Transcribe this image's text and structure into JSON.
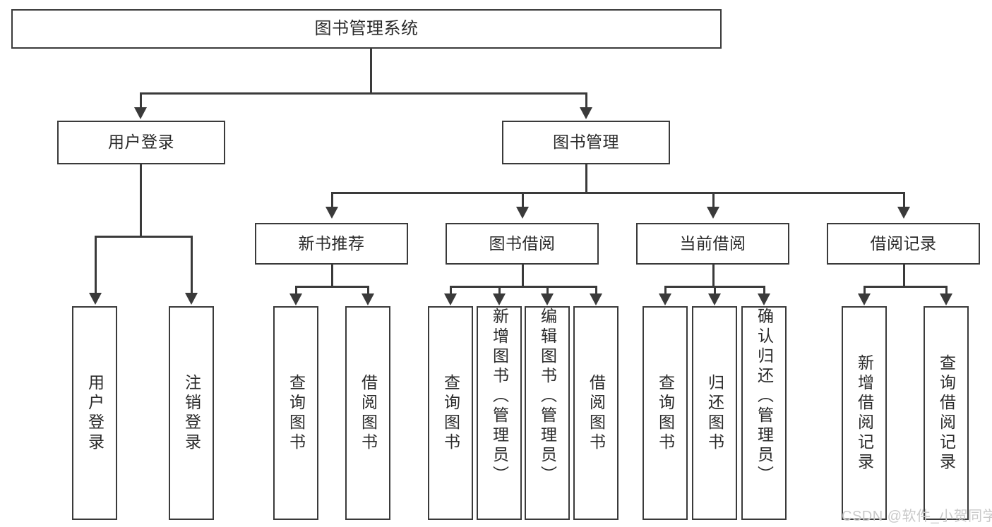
{
  "diagram": {
    "type": "tree-hierarchy",
    "title": "图书管理系统",
    "watermark": "CSDN @软件_小贺同学",
    "colors": {
      "stroke": "#3a3a3a",
      "fill": "#ffffff",
      "text": "#2b2b2b",
      "watermark": "#c9c9c9"
    },
    "nodes": {
      "root": {
        "label": "图书管理系统"
      },
      "level1": [
        {
          "label": "用户登录"
        },
        {
          "label": "图书管理"
        }
      ],
      "level2": [
        {
          "label": "新书推荐"
        },
        {
          "label": "图书借阅"
        },
        {
          "label": "当前借阅"
        },
        {
          "label": "借阅记录"
        }
      ],
      "leaves": {
        "user_login": [
          {
            "label": "用户登录"
          },
          {
            "label": "注销登录"
          }
        ],
        "new_book_recommend": [
          {
            "label": "查询图书"
          },
          {
            "label": "借阅图书"
          }
        ],
        "book_borrow": [
          {
            "label": "查询图书"
          },
          {
            "label": "新增图书（管理员）"
          },
          {
            "label": "编辑图书（管理员）"
          },
          {
            "label": "借阅图书"
          }
        ],
        "current_borrow": [
          {
            "label": "查询图书"
          },
          {
            "label": "归还图书"
          },
          {
            "label": "确认归还（管理员）"
          }
        ],
        "borrow_record": [
          {
            "label": "新增借阅记录"
          },
          {
            "label": "查询借阅记录"
          }
        ]
      }
    }
  }
}
